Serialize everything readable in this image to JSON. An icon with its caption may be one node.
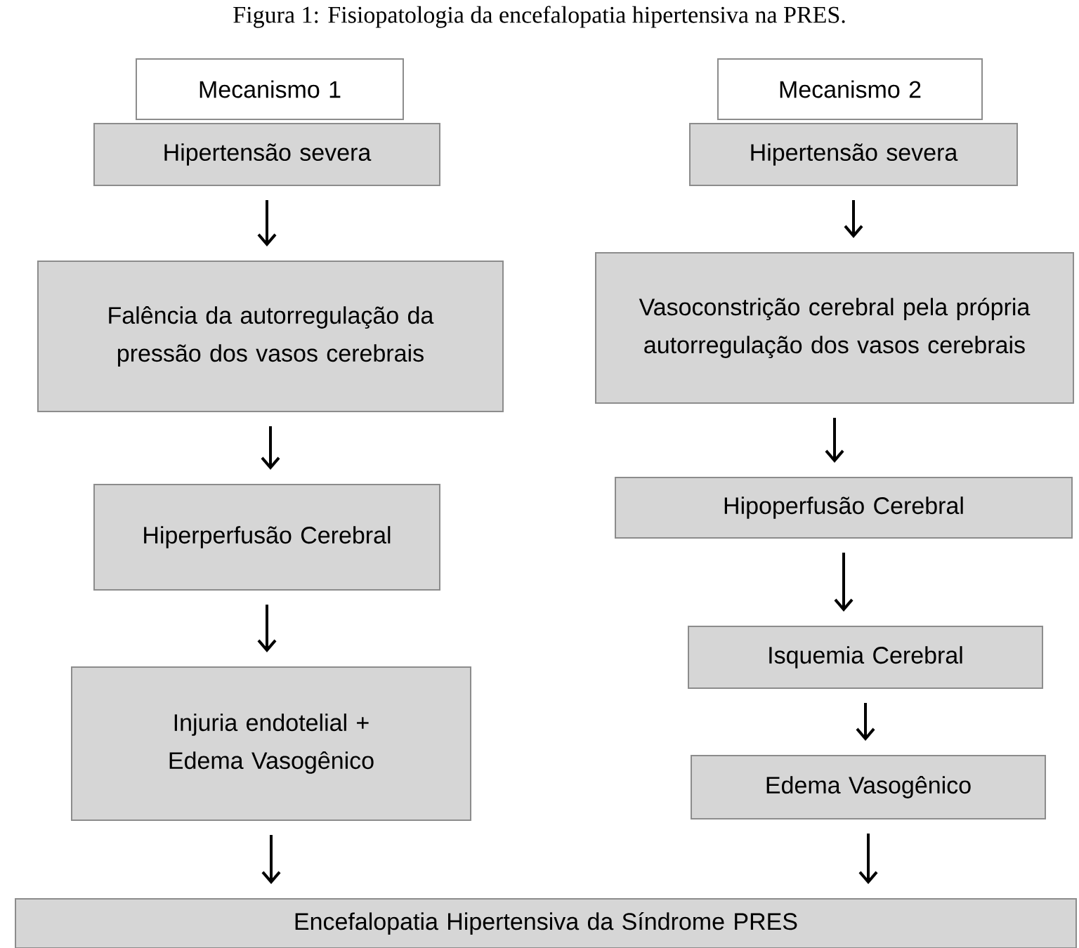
{
  "diagram": {
    "title": "Figura 1: Fisiopatologia da encefalopatia hipertensiva na PRES.",
    "nodes": [
      {
        "text": [
          "Mecanismo 1"
        ]
      },
      {
        "text": [
          "Hipertensão severa"
        ]
      },
      {
        "text": [
          "Falência da autorregulação da pressão dos vasos cerebrais"
        ]
      },
      {
        "text": [
          "Hiperperfusão Cerebral"
        ]
      },
      {
        "text": [
          "Injuria endotelial + Edema Vasogênico"
        ]
      },
      {
        "text": [
          "Mecanismo 2"
        ]
      },
      {
        "text": [
          "Hipertensão severa"
        ]
      },
      {
        "text": [
          "Vasoconstrição cerebral pela própria autorregulação dos vasos cerebrais"
        ]
      },
      {
        "text": [
          "Hipoperfusão Cerebral"
        ]
      },
      {
        "text": [
          "Isquemia Cerebral"
        ]
      },
      {
        "text": [
          "Edema Vasogênico"
        ]
      },
      {
        "text": [
          "Encefalopatia Hipertensiva da Síndrome PRES"
        ]
      }
    ],
    "edges": [
      {
        "from": 1,
        "to": 2,
        "arrow": "to"
      },
      {
        "from": 2,
        "to": 3,
        "arrow": "to"
      },
      {
        "from": 3,
        "to": 4,
        "arrow": "to"
      },
      {
        "from": 4,
        "to": 11,
        "arrow": "to"
      },
      {
        "from": 6,
        "to": 7,
        "arrow": "to"
      },
      {
        "from": 7,
        "to": 8,
        "arrow": "to"
      },
      {
        "from": 8,
        "to": 9,
        "arrow": "to"
      },
      {
        "from": 9,
        "to": 10,
        "arrow": "to"
      },
      {
        "from": 10,
        "to": 11,
        "arrow": "to"
      }
    ]
  }
}
